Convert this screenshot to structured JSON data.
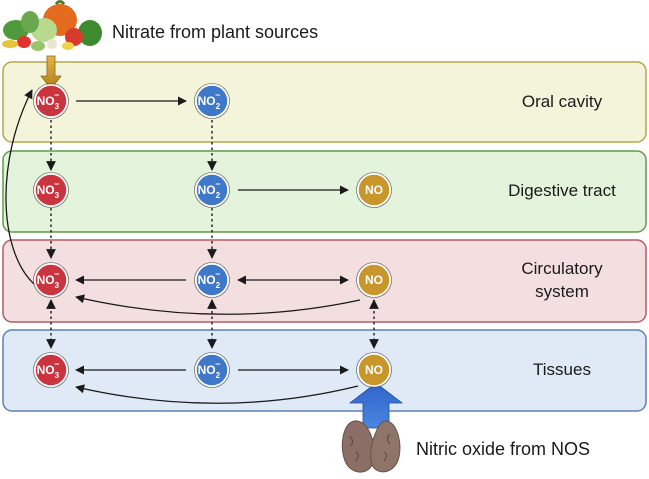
{
  "sources": {
    "plant": "Nitrate from plant sources",
    "nos": "Nitric oxide from NOS"
  },
  "compartments": [
    {
      "id": "oral",
      "label": "Oral cavity",
      "fill": "#f3f4d9",
      "stroke": "#b5a64a"
    },
    {
      "id": "digestive",
      "label": "Digestive tract",
      "fill": "#e3f3dc",
      "stroke": "#5e9a4a"
    },
    {
      "id": "circulatory",
      "label_line1": "Circulatory",
      "label_line2": "system",
      "fill": "#f4dfe0",
      "stroke": "#b55a63"
    },
    {
      "id": "tissues",
      "label": "Tissues",
      "fill": "#dfeaf6",
      "stroke": "#5a82b5"
    }
  ],
  "molecules": {
    "nitrate": {
      "base": "NO",
      "sub": "3",
      "sup": "−",
      "color": "#c9343f"
    },
    "nitrite": {
      "base": "NO",
      "sub": "2",
      "sup": "−",
      "color": "#3f77c9"
    },
    "no": {
      "text": "NO",
      "color": "#c8962a"
    }
  }
}
